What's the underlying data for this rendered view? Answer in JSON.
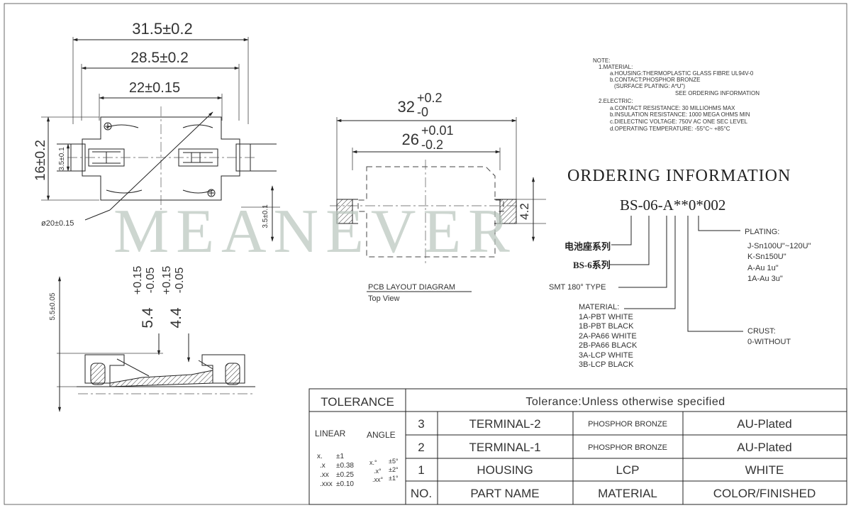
{
  "top_view": {
    "dim_overall": "31.5±0.2",
    "dim_middle": "28.5±0.2",
    "dim_inner": "22±0.15",
    "dim_height": "16±0.2",
    "dim_slot": "3.5±0.1",
    "dim_diameter": "ø20±0.15",
    "dim_side": "3.5±0.1"
  },
  "side_view": {
    "dim_total": "5.5±0.05",
    "dim_a_main": "5.4",
    "dim_a_tol_plus": "+0.15",
    "dim_a_tol_minus": "-0.05",
    "dim_b_main": "4.4",
    "dim_b_tol_plus": "+0.15",
    "dim_b_tol_minus": "-0.05"
  },
  "pcb": {
    "dim_outer_main": "32",
    "dim_outer_plus": "+0.2",
    "dim_outer_minus": "-0",
    "dim_inner_main": "26",
    "dim_inner_plus": "+0.01",
    "dim_inner_minus": "-0.2",
    "dim_pad": "4.2",
    "caption": "PCB LAYOUT DIAGRAM",
    "subcaption": "Top View"
  },
  "watermark": "MEANEVER",
  "notes": {
    "title": "NOTE:",
    "lines": [
      "1.MATERIAL:",
      "a.HOUSING:THERMOPLASTIC GLASS FIBRE UL94V-0",
      "b.CONTACT:PHOSPHOR BRONZE",
      "(SURFACE PLATING: A*U\")",
      "SEE ORDERING INFORMATION",
      "2.ELECTRIC:",
      "a.CONTACT RESISTANCE: 30 MILLIOHMS MAX",
      "b.INSULATION RESISTANCE: 1000 MEGA OHMS MIN",
      "c.DIELECTNIC VOLTAGE: 750V AC ONE SEC LEVEL",
      "d.OPERATING TEMPERATURE: -55°C~ +85°C"
    ]
  },
  "ordering": {
    "title": "ORDERING INFORMATION",
    "code": "BS-06-A**0*002",
    "series_cn": "电池座系列",
    "series_model": "BS-6系列",
    "type": "SMT 180° TYPE",
    "material_title": "MATERIAL:",
    "materials": [
      "1A-PBT WHITE",
      "1B-PBT BLACK",
      "2A-PA66 WHITE",
      "2B-PA66 BLACK",
      "3A-LCP WHITE",
      "3B-LCP BLACK"
    ],
    "plating_title": "PLATING:",
    "platings": [
      "J-Sn100U\"~120U\"",
      "K-Sn150U\"",
      "A-Au 1u\"",
      "1A-Au 3u\""
    ],
    "crust_title": "CRUST:",
    "crust": "0-WITHOUT"
  },
  "title_block": {
    "tolerance_label": "TOLERANCE",
    "tolerance_text": "Tolerance:Unless otherwise specified",
    "linear_label": "LINEAR",
    "angle_label": "ANGLE",
    "linear_rows": [
      [
        "x.",
        "±1"
      ],
      [
        ".x",
        "±0.38"
      ],
      [
        ".xx",
        "±0.25"
      ],
      [
        ".xxx",
        "±0.10"
      ]
    ],
    "angle_rows": [
      [
        "x.°",
        "±5°"
      ],
      [
        ".x°",
        "±2°"
      ],
      [
        ".xx°",
        "±1°"
      ]
    ],
    "headers": {
      "no": "NO.",
      "part": "PART NAME",
      "material": "MATERIAL",
      "color": "COLOR/FINISHED"
    },
    "rows": [
      {
        "no": "3",
        "part": "TERMINAL-2",
        "material": "PHOSPHOR BRONZE",
        "color": "AU-Plated"
      },
      {
        "no": "2",
        "part": "TERMINAL-1",
        "material": "PHOSPHOR BRONZE",
        "color": "AU-Plated"
      },
      {
        "no": "1",
        "part": "HOUSING",
        "material": "LCP",
        "color": "WHITE"
      }
    ]
  }
}
